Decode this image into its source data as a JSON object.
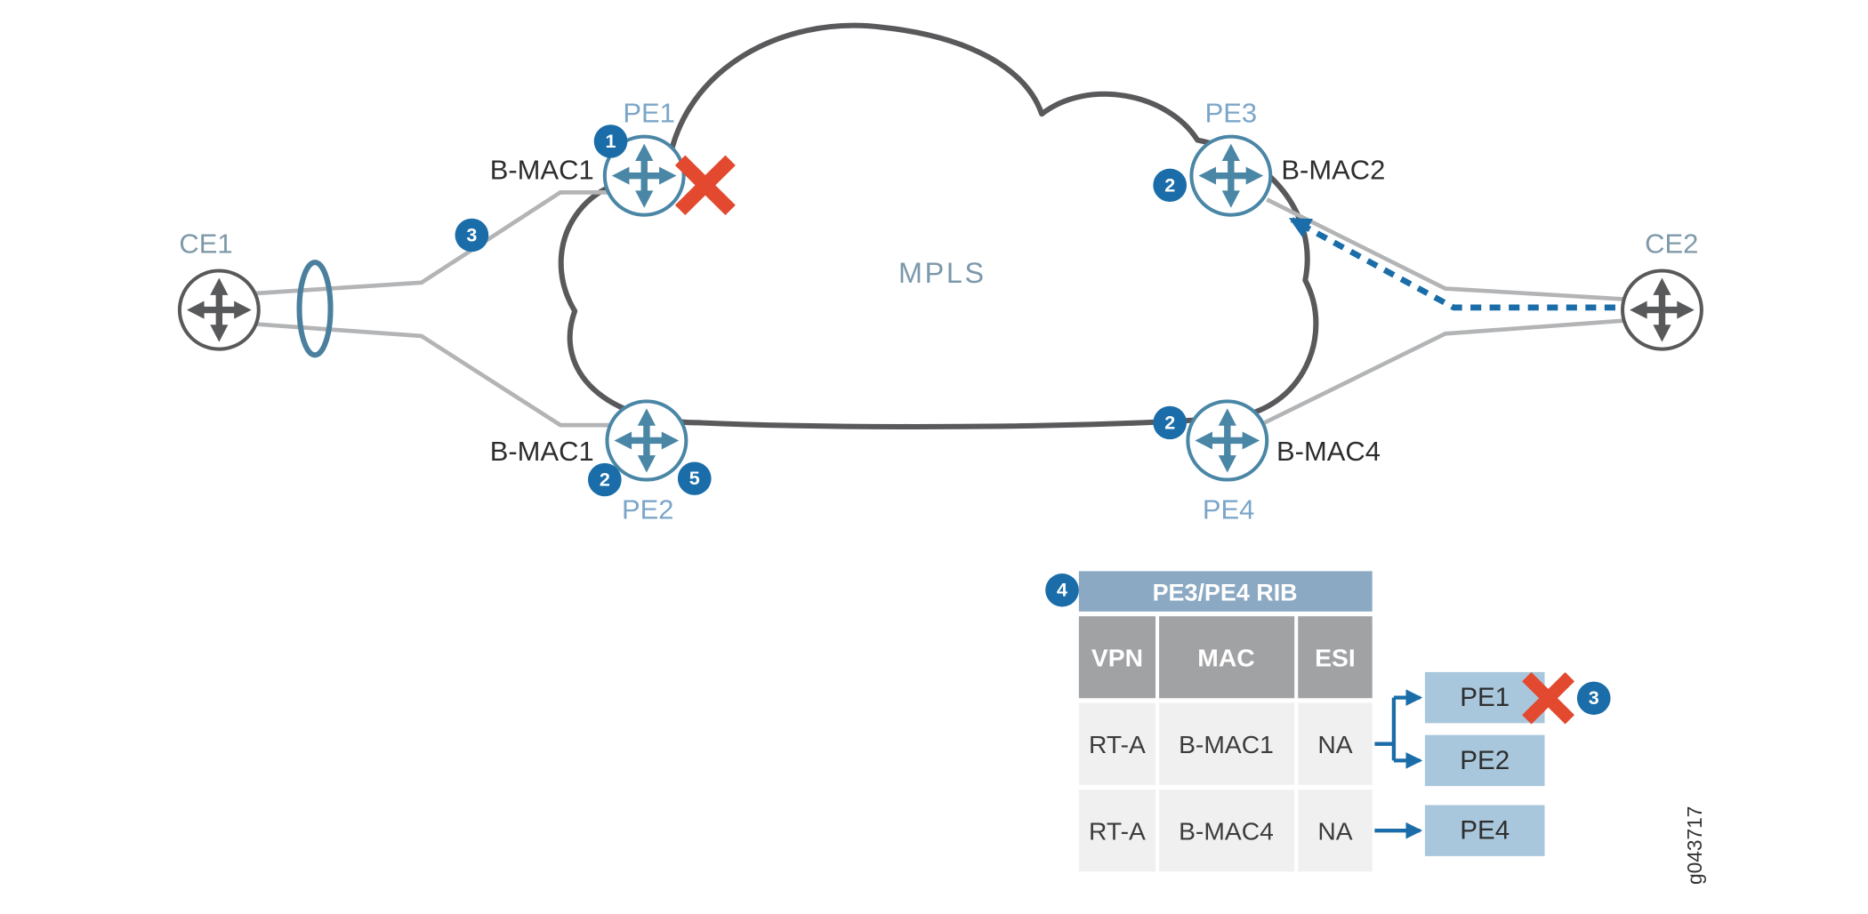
{
  "figure": {
    "id_label": "g043717"
  },
  "cloud": {
    "label": "MPLS"
  },
  "nodes": {
    "ce1": {
      "label": "CE1"
    },
    "ce2": {
      "label": "CE2"
    },
    "pe1": {
      "label": "PE1",
      "mac": "B-MAC1",
      "badge": "1"
    },
    "pe2": {
      "label": "PE2",
      "mac": "B-MAC1",
      "badge": "2",
      "badge2": "5"
    },
    "pe3": {
      "label": "PE3",
      "mac": "B-MAC2",
      "badge": "2"
    },
    "pe4": {
      "label": "PE4",
      "mac": "B-MAC4",
      "badge": "2"
    }
  },
  "link_badges": {
    "ce1_pe1": "3"
  },
  "rib_table": {
    "badge": "4",
    "title": "PE3/PE4 RIB",
    "columns": [
      "VPN",
      "MAC",
      "ESI"
    ],
    "rows": [
      {
        "vpn": "RT-A",
        "mac": "B-MAC1",
        "esi": "NA"
      },
      {
        "vpn": "RT-A",
        "mac": "B-MAC4",
        "esi": "NA"
      }
    ],
    "next_hops": {
      "pe1": {
        "label": "PE1",
        "badge": "3",
        "status": "failed"
      },
      "pe2": {
        "label": "PE2"
      },
      "pe4": {
        "label": "PE4"
      }
    }
  },
  "colors": {
    "badge_blue": "#1a6da8",
    "pe_router_blue": "#4a86a5",
    "pe_label_blue": "#7ba6c9",
    "ce_router_gray": "#58595b",
    "ce_label_gray": "#7e99a9",
    "link_gray": "#b3b4b6",
    "cloud_stroke_gray": "#59595c",
    "failure_red": "#e2492f",
    "arrow_blue": "#1a6da8",
    "table_title_bg": "#8ba9c3",
    "column_header_bg": "#a1a2a4",
    "row_bg": "#f0f0f1",
    "pe_box_bg": "#a9c7dc"
  }
}
